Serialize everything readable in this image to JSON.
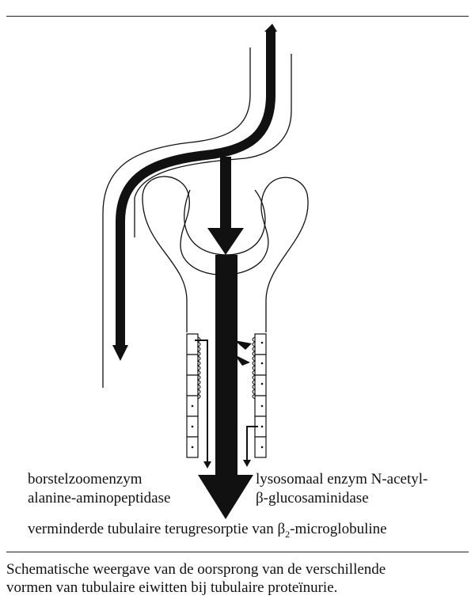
{
  "labels": {
    "left_line1": "borstelzoomenzym",
    "left_line2": "alanine-aminopeptidase",
    "right_line1": "lysosomaal enzym N-acetyl-",
    "right_line2": "β-glucosaminidase",
    "bottom_prefix": "verminderde tubulaire terugresorptie van β",
    "bottom_sub": "2",
    "bottom_suffix": "-microglobuline"
  },
  "caption": {
    "line1": "Schematische weergave van de oorsprong van de verschillende",
    "line2": "vormen van tubulaire eiwitten bij tubulaire proteïnurie."
  }
}
